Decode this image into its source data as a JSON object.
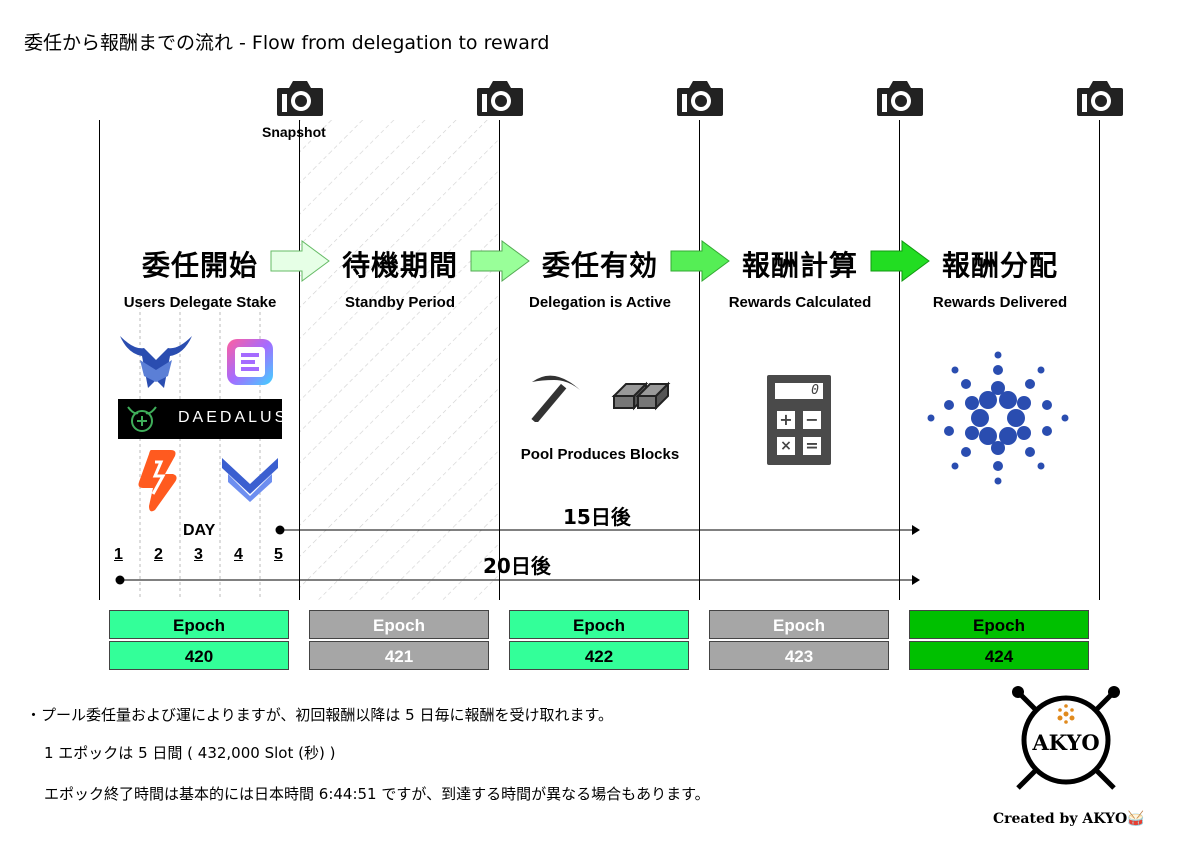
{
  "title": "委任から報酬までの流れ - Flow from delegation to reward",
  "snapshot_label": "Snapshot",
  "phases": [
    {
      "jp": "委任開始",
      "en": "Users Delegate Stake"
    },
    {
      "jp": "待機期間",
      "en": "Standby Period"
    },
    {
      "jp": "委任有効",
      "en": "Delegation is Active"
    },
    {
      "jp": "報酬計算",
      "en": "Rewards Calculated"
    },
    {
      "jp": "報酬分配",
      "en": "Rewards Delivered"
    }
  ],
  "pool_label": "Pool Produces Blocks",
  "wallet_daedalus": "DAEDALUS",
  "calculator_display": "0",
  "day_label": "DAY",
  "days": [
    "1",
    "2",
    "3",
    "4",
    "5"
  ],
  "label_15": "15日後",
  "label_20": "20日後",
  "epochs": [
    {
      "label": "Epoch",
      "number": "420",
      "color": "#33ff99",
      "text": "#000000"
    },
    {
      "label": "Epoch",
      "number": "421",
      "color": "#a6a6a6",
      "text": "#ffffff"
    },
    {
      "label": "Epoch",
      "number": "422",
      "color": "#33ff99",
      "text": "#000000"
    },
    {
      "label": "Epoch",
      "number": "423",
      "color": "#a6a6a6",
      "text": "#ffffff"
    },
    {
      "label": "Epoch",
      "number": "424",
      "color": "#00c000",
      "text": "#000000"
    }
  ],
  "notes": [
    "・プール委任量および運によりますが、初回報酬以降は 5 日毎に報酬を受け取れます。",
    "1 エポックは 5 日間 ( 432,000 Slot (秒) )",
    "エポック終了時間は基本的には日本時間 6:44:51 ですが、到達する時間が異なる場合もあります。"
  ],
  "logo_text": "AKYO",
  "credit": "Created by AKYO🥁",
  "arrow_colors": [
    "#e6ffe6",
    "#99ff99",
    "#55ee55",
    "#22dd22"
  ],
  "accent_cardano": "#2a4db0"
}
